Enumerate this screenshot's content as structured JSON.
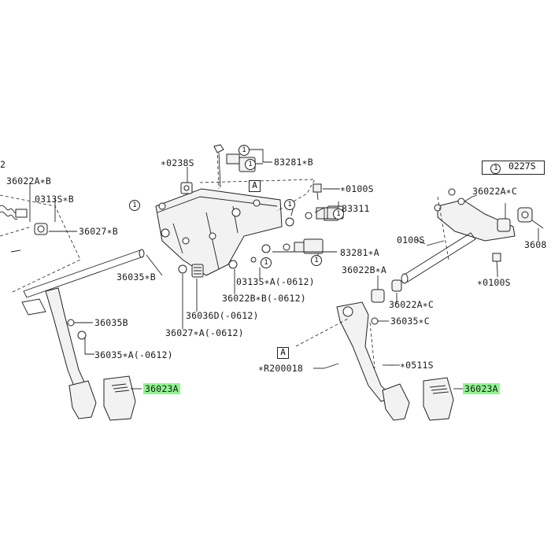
{
  "labels": {
    "l_2": "2",
    "l_36022A_B": "36022A∗B",
    "l_0313S_B": "0313S∗B",
    "l_36027_B": "36027∗B",
    "l_36035_B": "36035∗B",
    "l_36035B": "36035B",
    "l_36035_A": "36035∗A(-0612)",
    "l_36023A_left": "36023A",
    "l_0238S": "∗0238S",
    "l_83281_B": "83281∗B",
    "l_0100S_top": "∗0100S",
    "l_83311": "83311",
    "l_0313S_A": "0313S∗A(-0612)",
    "l_83281_A": "83281∗A",
    "l_36022B_B": "36022B∗B(-0612)",
    "l_36036D": "36036D(-0612)",
    "l_36027_A": "36027∗A(-0612)",
    "l_0227S": "0227S",
    "l_36022A_C": "36022A∗C",
    "l_3608": "3608",
    "l_0100S_mid": "0100S",
    "l_0100S_bot": "∗0100S",
    "l_36022B_A": "36022B∗A",
    "l_36022A_C2": "36022A∗C",
    "l_36035_C": "36035∗C",
    "l_R200018": "∗R200018",
    "l_0511S": "∗0511S",
    "l_36023A_right": "36023A"
  },
  "markers": {
    "box_A": "A",
    "circle_1": "1"
  },
  "highlight_color": "#8ef58e"
}
